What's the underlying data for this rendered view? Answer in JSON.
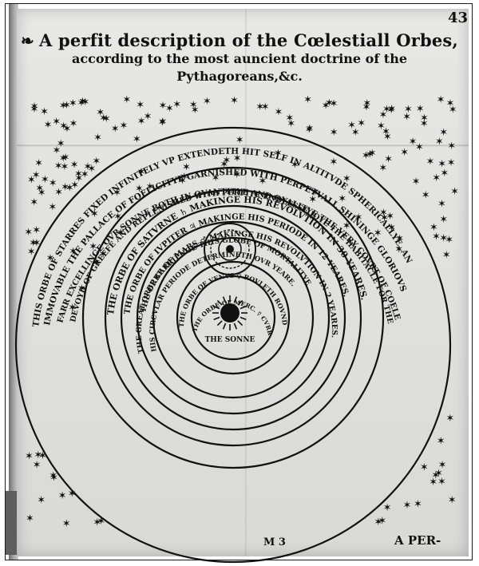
{
  "page_number": "43",
  "title": {
    "ornament": "❧",
    "line1": "A perfit description of the Cœlestiall Orbes,",
    "line2": "according to the most auncient doctrine of the",
    "line3": "Pythagoreans,&c."
  },
  "rings": {
    "stars_line1": "THIS ORBE OF STARRES FIXED INFINITELY VP EXTENDETH HIT SELF IN ALTITVDE SPHERICALLYE, AND THERFORE",
    "stars_line2": "IMMOVABLE THE PALLACE OF FOELICITYE GARNISHED WITH PERPETVALL SHININGE GLORIOVS LIGHTES INNVMERABLE.",
    "stars_line3": "FARR EXCELLINGE OVR SONNE BOTH IN QVANTITYE AND QVALITYE THE VERY COVRT OF COELESTIALL ANGELLES",
    "stars_line4": "DEVOYD OF GREEFE AND REPLENISHED WITH PERFITE ENDLESSE IOYE THE HABITACLE FOR THE ELECT",
    "saturn": "THE ORBE OF SATVRNE ♄ MAKINGE HIS REVOLVTION IN 30 YEARES.",
    "jupiter": "THE ORBE OF IVPITER ♃ MAKINGE HIS PERIODE IN 12 YEARES.",
    "mars": "THE ORBE OF MARS ♂ MAKINGE HIS REVOLVTION IN 2 YEARES.",
    "earth": "THE GREAT ORBE CARRIENGE THIS GLOBE OF MORTALITYE",
    "earth2": "HIS CIRCVLAR PERIODE DETERMINETH OVR YEARE.",
    "venus": "THE ORBE OF VENVS ♀ ROVLETH ROVND IN 9 MONETHES",
    "mercury": "THE ORBE OF MERC. ☿ CVRRYTH IN 80 DAYES"
  },
  "sun_label": "THE SONNE",
  "signature": "M 3",
  "catchword": "A PER-",
  "colors": {
    "ink": "#111111",
    "paper": "#e2e2e0"
  }
}
